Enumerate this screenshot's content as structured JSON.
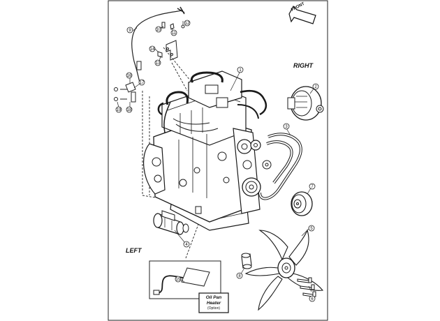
{
  "labels": {
    "right": "RIGHT",
    "left": "LEFT",
    "front": "FRONT",
    "oil_pan_heater_line1": "Oil Pan",
    "oil_pan_heater_line2": "Heater",
    "option": "(Option)"
  },
  "callouts": {
    "c1": "1",
    "c2": "2",
    "c3": "3",
    "c4": "4",
    "c5": "5",
    "c6": "6",
    "c7": "7",
    "c8": "8",
    "c9": "9",
    "c10": "10",
    "c11": "11",
    "c12": "12",
    "c13": "13",
    "c14": "14",
    "c15": "15",
    "c16": "16",
    "c17": "17",
    "c18": "18",
    "c19": "19"
  }
}
